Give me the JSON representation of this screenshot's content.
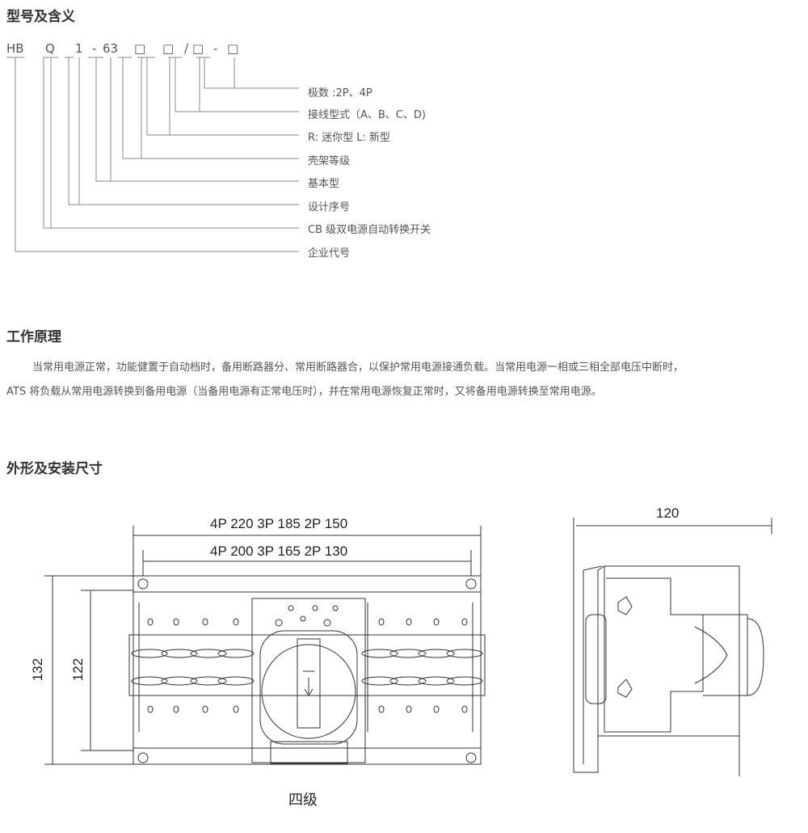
{
  "sections": {
    "model": "型号及含义",
    "principle": "工作原理",
    "dimensions": "外形及安装尺寸"
  },
  "model_code": {
    "parts": [
      "HB",
      "Q",
      "1",
      "-",
      "63",
      "□",
      "□",
      "/",
      "□",
      "-",
      "□"
    ]
  },
  "model_labels": [
    "极数 :2P、4P",
    "接线型式（A、B、C、D)",
    "R: 迷你型 L: 新型",
    "壳架等级",
    "基本型",
    "设计序号",
    "CB 级双电源自动转换开关",
    "企业代号"
  ],
  "principle_text": {
    "line1": "当常用电源正常，功能健置于自动档时，备用断路器分、常用断路器合，以保护常用电源接通负载。当常用电源一相或三相全部电压中断时，",
    "line2": "ATS 将负载从常用电源转换到备用电源（当备用电源有正常电压时），并在常用电源恢复正常时，又将备用电源转换至常用电源。"
  },
  "drawing": {
    "dim_outer": "4P 220   3P 185  2P 150",
    "dim_inner": "4P 200   3P 165  2P 130",
    "height_outer": "132",
    "height_inner": "122",
    "depth": "120",
    "caption": "四级"
  }
}
